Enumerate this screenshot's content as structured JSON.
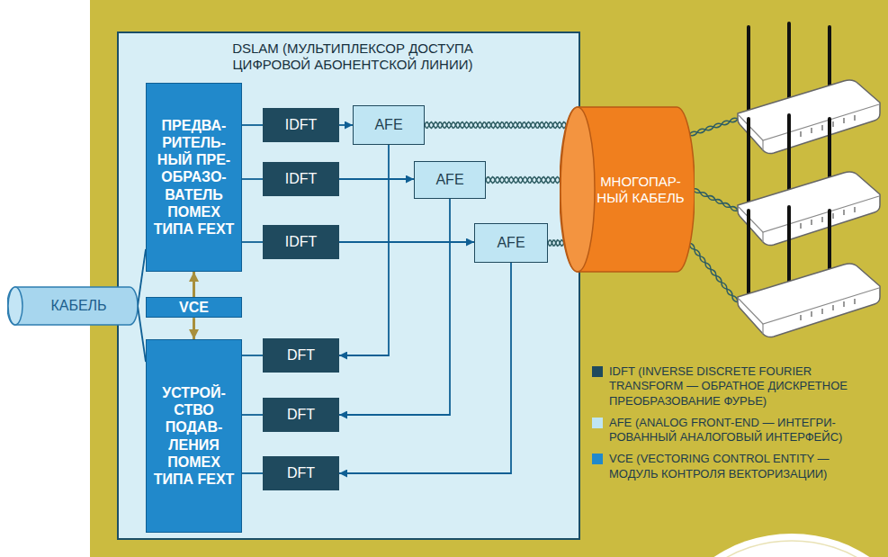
{
  "diagram": {
    "nodes": [
      {
        "text": [
          "DSLAM (МУЛЬТИПЛЕКСОР ДОСТУПА ЦИФРОВОЙ АБОНЕНТСКОЙ ЛИНИИ)"
        ]
      },
      {
        "text": [
          "ПРЕДВА- РИТЕЛЬ- НЫЙ ПРЕ- ОБРАЗО- ВАТЕЛЬ ПОМЕХ ТИПА FEXT"
        ],
        "in": 0
      },
      {
        "text": [
          "IDFT"
        ],
        "in": 0
      },
      {
        "text": [
          "AFE"
        ],
        "in": 0
      },
      {
        "text": [
          "IDFT"
        ],
        "in": 0
      },
      {
        "text": [
          "AFE"
        ],
        "in": 0
      },
      {
        "text": [
          "IDFT"
        ],
        "in": 0
      },
      {
        "text": [
          "AFE"
        ],
        "in": 0
      },
      {
        "text": [
          "VCE"
        ],
        "in": 0
      },
      {
        "text": [
          "УСТРОЙ- СТВО ПОДАВ- ЛЕНИЯ ПОМЕХ ТИПА FEXT"
        ],
        "in": 0
      },
      {
        "text": [
          "DFT"
        ],
        "in": 0
      },
      {
        "text": [
          "DFT"
        ],
        "in": 0
      },
      {
        "text": [
          "DFT"
        ],
        "in": 0
      },
      {
        "text": [
          "МНОГОПАР- НЫЙ КАБЕЛЬ"
        ]
      },
      {
        "text": [
          "КАБЕЛЬ"
        ]
      }
    ],
    "edges": [
      {
        "from": 14,
        "to": 1,
        "arrow": "none"
      },
      {
        "from": 14,
        "to": 9,
        "arrow": "none"
      },
      {
        "from": 1,
        "to": 2,
        "arrow": "none"
      },
      {
        "from": 1,
        "to": 4,
        "arrow": "none"
      },
      {
        "from": 1,
        "to": 6,
        "arrow": "none"
      },
      {
        "from": 2,
        "to": 3,
        "arrow": "to"
      },
      {
        "from": 4,
        "to": 5,
        "arrow": "to"
      },
      {
        "from": 6,
        "to": 7,
        "arrow": "to"
      },
      {
        "from": 3,
        "to": 10,
        "arrow": "to"
      },
      {
        "from": 5,
        "to": 11,
        "arrow": "to"
      },
      {
        "from": 7,
        "to": 12,
        "arrow": "to"
      },
      {
        "from": 8,
        "to": 1,
        "arrow": "to"
      },
      {
        "from": 8,
        "to": 9,
        "arrow": "to"
      },
      {
        "from": 10,
        "to": 9,
        "arrow": "none"
      },
      {
        "from": 11,
        "to": 9,
        "arrow": "none"
      },
      {
        "from": 12,
        "to": 9,
        "arrow": "none"
      },
      {
        "from": 3,
        "to": 13,
        "arrow": "none"
      },
      {
        "from": 5,
        "to": 13,
        "arrow": "none"
      },
      {
        "from": 7,
        "to": 13,
        "arrow": "none"
      }
    ],
    "legend": [
      {
        "text": "IDFT (INVERSE DISCRETE FOURIER TRANSFORM — ОБРАТНОЕ ДИСКРЕТНОЕ ПРЕОБРАЗОВАНИЕ ФУРЬЕ)",
        "color": "#1f4a5e"
      },
      {
        "text": "AFE (ANALOG FRONT-END — ИНТЕГРИ- РОВАННЫЙ АНАЛОГОВЫЙ ИНТЕРФЕЙС)",
        "color": "#bfe5f3"
      },
      {
        "text": "VCE (VECTORING CONTROL ENTITY — МОДУЛЬ КОНТРОЛЯ ВЕКТОРИЗАЦИИ)",
        "color": "#2189cb"
      }
    ]
  }
}
